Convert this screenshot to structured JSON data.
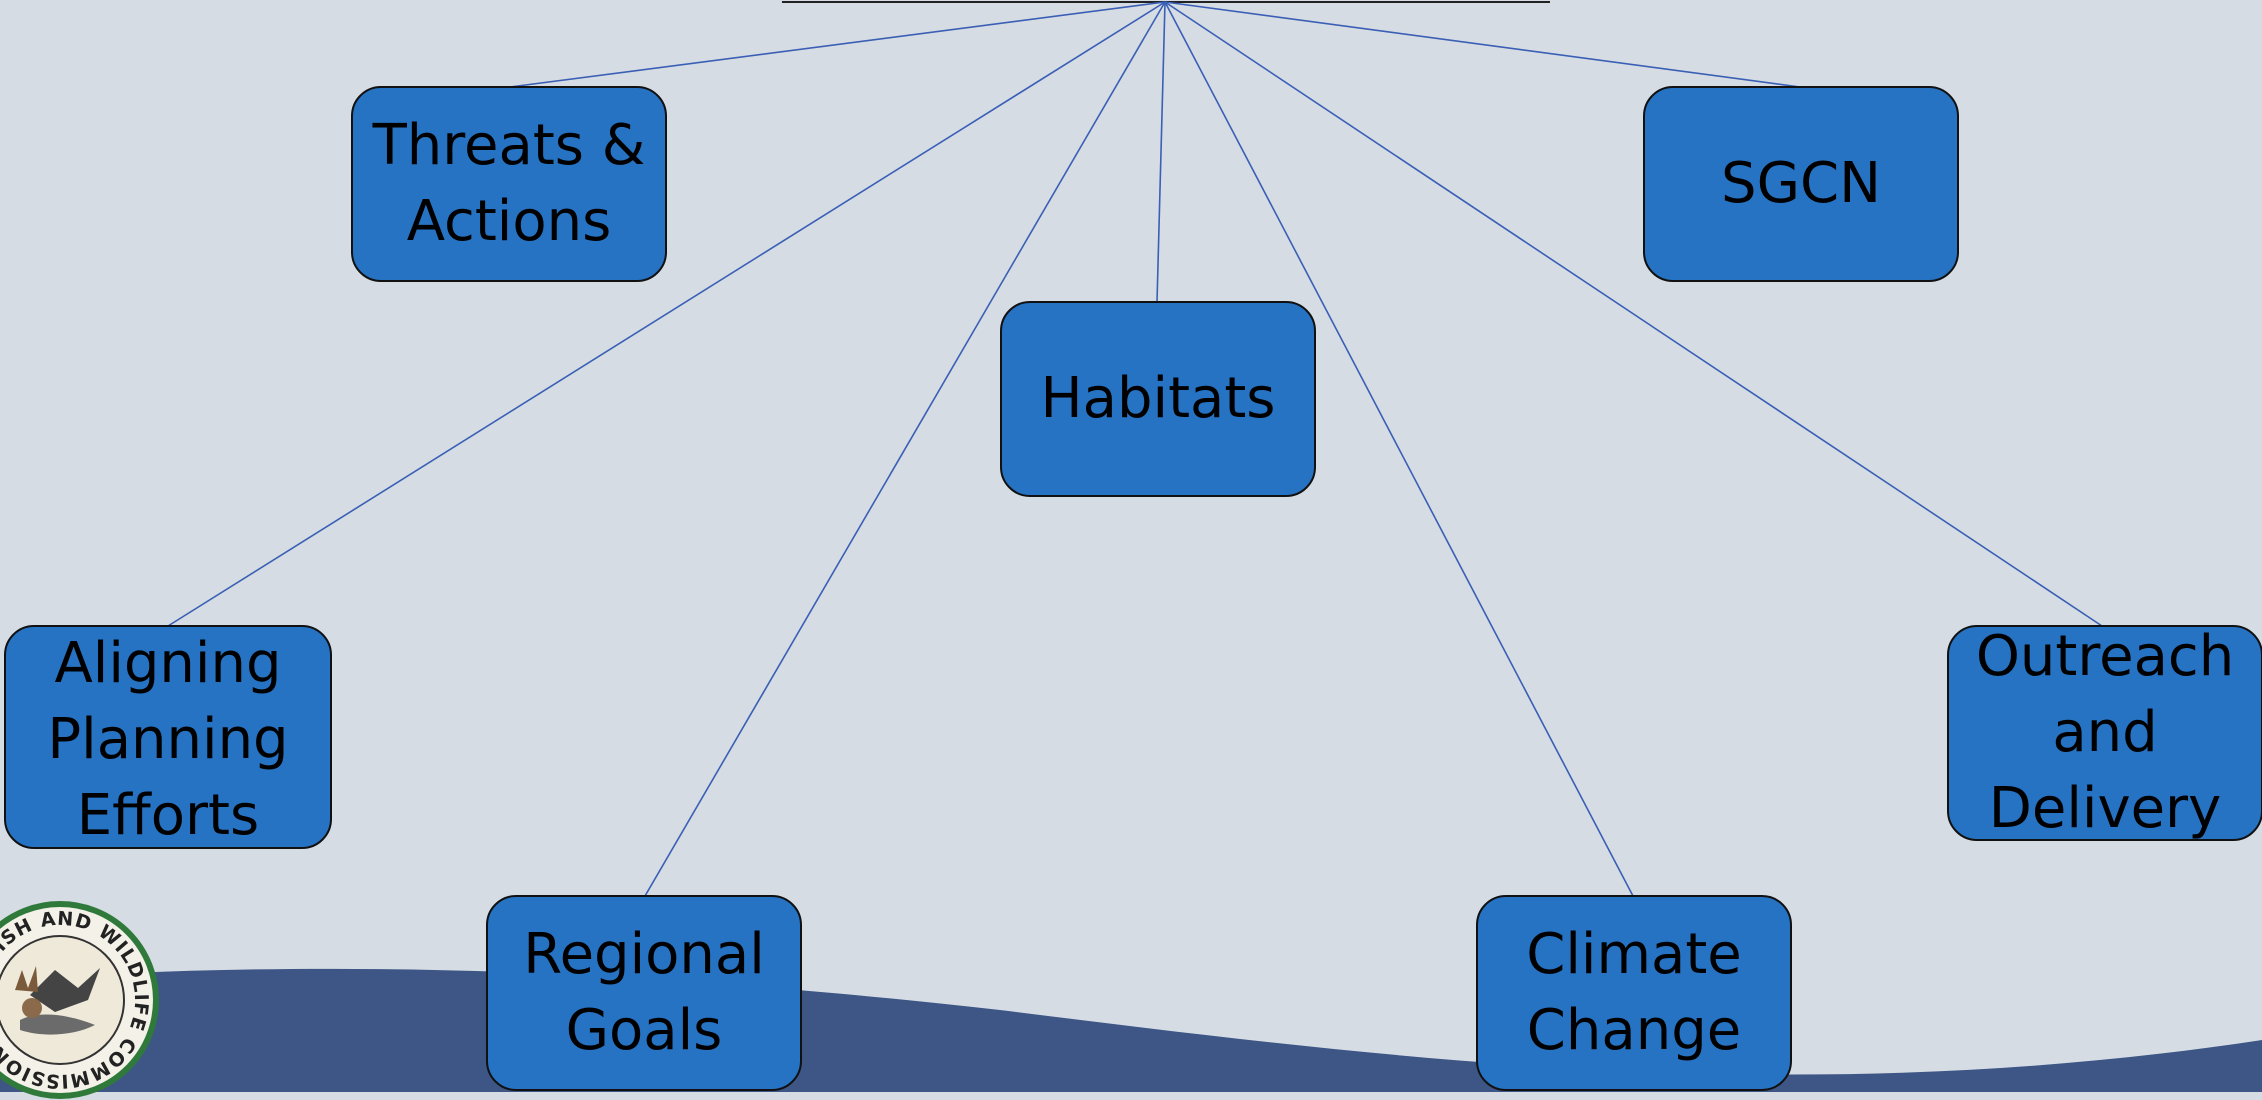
{
  "colors": {
    "background": "#d5dce4",
    "wave": "#3e5686",
    "node_fill": "#2672c3",
    "node_border": "#111111",
    "connector": "#3a5fb5"
  },
  "diagram": {
    "nodes": [
      {
        "id": "threats",
        "label": "Threats &\nActions"
      },
      {
        "id": "sgcn",
        "label": "SGCN"
      },
      {
        "id": "habitats",
        "label": "Habitats"
      },
      {
        "id": "aligning",
        "label": "Aligning\nPlanning\nEfforts"
      },
      {
        "id": "outreach",
        "label": "Outreach\nand\nDelivery"
      },
      {
        "id": "regional",
        "label": "Regional\nGoals"
      },
      {
        "id": "climate",
        "label": "Climate\nChange"
      }
    ]
  },
  "logo": {
    "name": "fish-and-wildlife-commission-seal-icon",
    "text": "FISH AND WILDLIFE COMMISSION"
  }
}
